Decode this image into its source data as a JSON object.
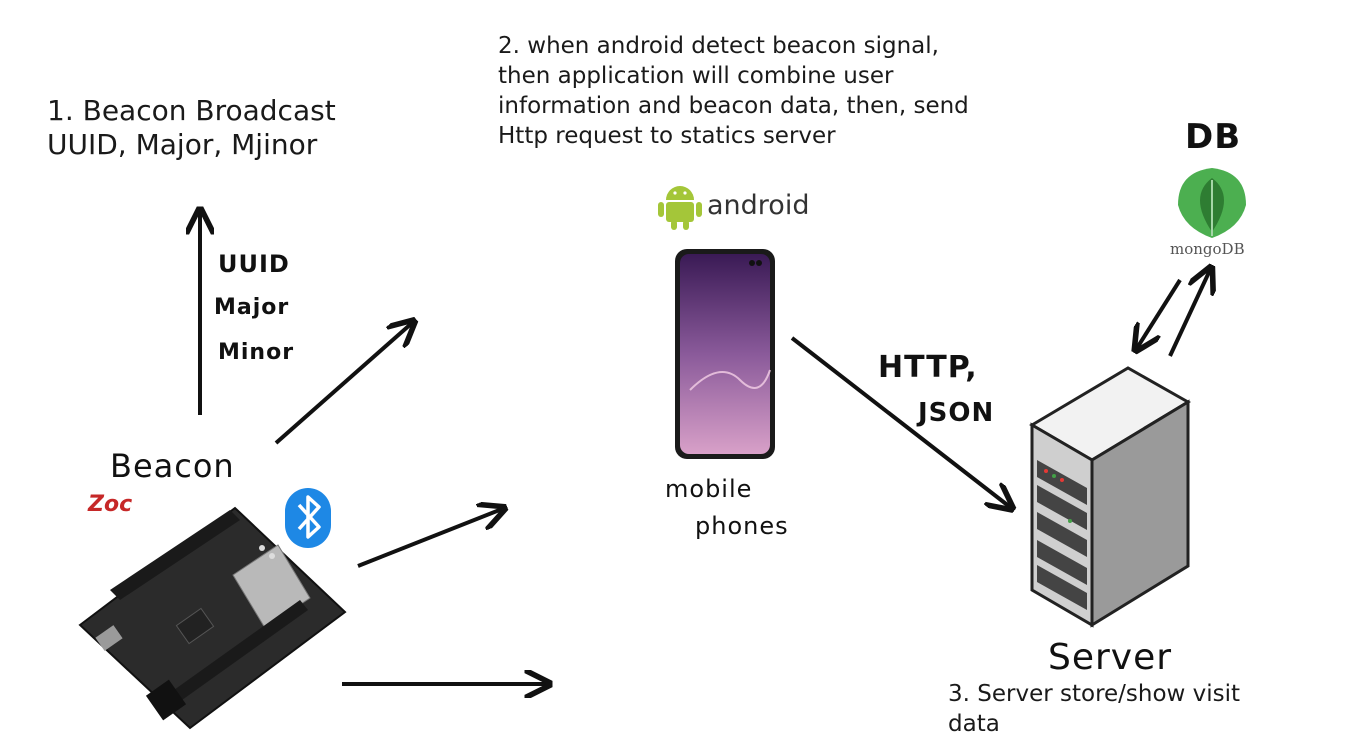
{
  "labels": {
    "step1": "1. Beacon Broadcast\nUUID, Major, Mjinor",
    "step2": "2. when android detect beacon signal, then application will combine user information and beacon data, then, send Http request to statics server",
    "step3": "3. Server store/show visit data",
    "uuid": "UUID",
    "major": "Major",
    "minor": "Minor",
    "beacon": "Beacon",
    "http": "HTTP,",
    "json": "JSON",
    "mobile": "mobile",
    "phones": "phones",
    "db": "DB",
    "server": "Server",
    "android": "android",
    "mongodb": "mongoDB",
    "zoc": "Zoc"
  },
  "icons": {
    "bluetooth": "bluetooth-icon",
    "android": "android-robot-icon",
    "mongodb": "mongodb-leaf-icon"
  },
  "colors": {
    "android_green": "#a4c639",
    "bluetooth_blue": "#1e88e5",
    "mongo_green": "#4caf50",
    "board_dark": "#2b2b2b"
  }
}
